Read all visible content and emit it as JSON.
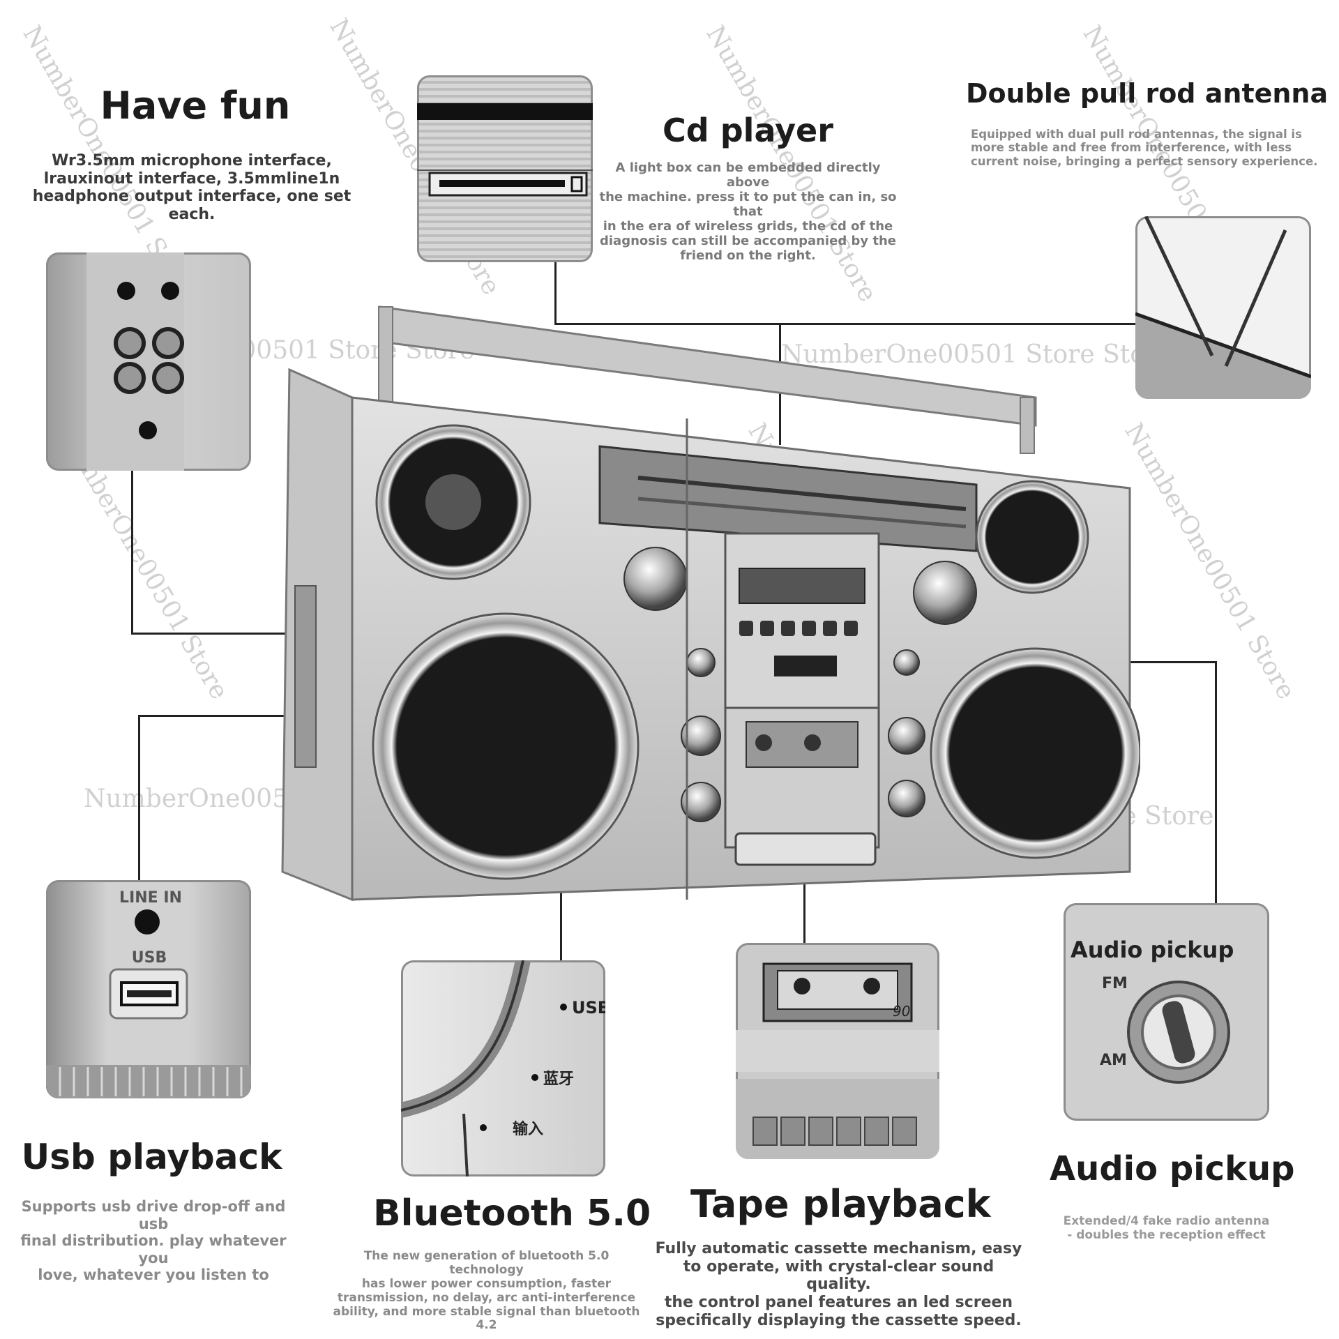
{
  "sections": {
    "have_fun": {
      "title": "Have fun",
      "desc": [
        "Wr3.5mm microphone interface,",
        "lrauxinout interface, 3.5mmline1n",
        "headphone output interface, one set each."
      ]
    },
    "cd_player": {
      "title": "Cd player",
      "desc": [
        "A light box can be embedded directly above",
        "the machine. press it to put the can in, so that",
        "in the era of wireless grids, the cd of the",
        "diagnosis can still be accompanied by the",
        "friend on the right."
      ]
    },
    "antenna": {
      "title": "Double pull rod antenna",
      "desc": [
        "Equipped with dual pull rod antennas, the signal is",
        "more stable and free from interference, with less",
        "current noise, bringing a perfect sensory experience."
      ]
    },
    "usb": {
      "title": "Usb playback",
      "desc": [
        "Supports usb drive drop-off and usb",
        "final distribution. play whatever you",
        "love, whatever you listen to"
      ]
    },
    "bluetooth": {
      "title": "Bluetooth 5.0",
      "desc": [
        "The new generation of bluetooth 5.0 technology",
        "has lower power consumption, faster",
        "transmission, no delay, arc anti-interference",
        "ability, and more stable signal than bluetooth 4.2"
      ]
    },
    "tape": {
      "title": "Tape playback",
      "desc": [
        "Fully automatic cassette mechanism, easy",
        "to operate, with crystal-clear sound quality.",
        "the control panel features an led screen",
        "specifically displaying the cassette speed."
      ]
    },
    "audio_pickup": {
      "title": "Audio pickup",
      "desc": [
        "Extended/4 fake radio antenna",
        "- doubles the reception effect"
      ]
    }
  },
  "panel_labels": {
    "audio_pickup_panel_title": "Audio pickup",
    "fm": "FM",
    "am": "AM",
    "usb_port_label": "USB",
    "line_in_label": "LINE IN",
    "selector_usb": "USB",
    "selector_bt": "蓝牙",
    "selector_input": "输入",
    "cassette_number": "90"
  },
  "watermark": "NumberOne00501 Store",
  "watermark_double": "NumberOne00501 Store Store"
}
